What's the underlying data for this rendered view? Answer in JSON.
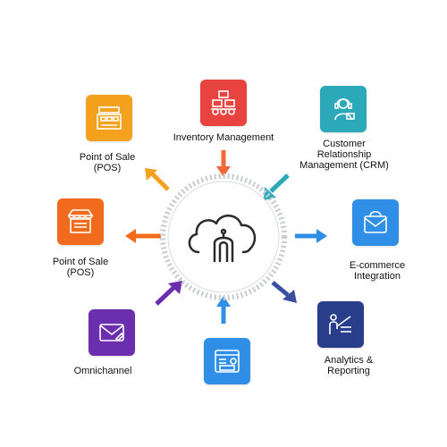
{
  "nodes": {
    "inventory": {
      "lines": [
        "Inventory Management"
      ],
      "color": "#e8433f",
      "icon": "warehouse-icon"
    },
    "crm": {
      "lines": [
        "Customer",
        "Relationship",
        "Management (CRM)"
      ],
      "color": "#2ba9b8",
      "icon": "customer-support-icon"
    },
    "ecommerce": {
      "lines": [
        "E-commerce",
        "Integration"
      ],
      "color": "#2f8fe6",
      "icon": "shopping-bag-icon"
    },
    "analytics": {
      "lines": [
        "Analytics &",
        "Reporting"
      ],
      "color": "#283e8a",
      "icon": "analytics-board-icon"
    },
    "bottom": {
      "color": "#2f8fe6",
      "icon": "dashboard-cart-icon"
    },
    "omnichannel": {
      "lines": [
        "Omnichannel"
      ],
      "color": "#6b2eae",
      "icon": "envelope-icon"
    },
    "pos_left": {
      "lines": [
        "Point of Sale",
        "(POS)"
      ],
      "color": "#f26b1d",
      "icon": "storefront-icon"
    },
    "pos_top": {
      "lines": [
        "Point of Sale",
        "(POS)"
      ],
      "color": "#f4a21d",
      "icon": "pos-register-icon"
    }
  },
  "hub": {
    "icon": "cloud-icon",
    "ring_color": "#b8bcc4",
    "icon_color": "#2a2a2a"
  },
  "arrow_colors": {
    "inventory": "#ef6a3a",
    "crm": "#2ba9b8",
    "ecommerce": "#2f8fe6",
    "analytics": "#3b4fa0",
    "bottom": "#2f8fe6",
    "omnichannel": "#6b2eae",
    "pos_left": "#f26b1d",
    "pos_top": "#f4a21d"
  }
}
